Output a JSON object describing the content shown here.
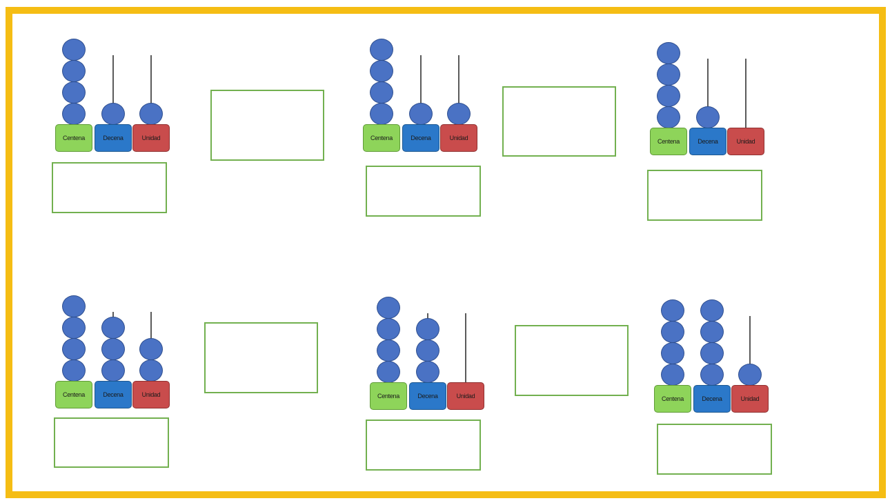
{
  "theme": {
    "frame_color": "#f5bd14",
    "bead_color": "#4a72c4",
    "answer_box_border": "#72b04f",
    "centena_color": "#8ed45a",
    "decena_color": "#2b78c9",
    "unidad_color": "#c94c4c"
  },
  "labels": {
    "centena": "Centena",
    "decena": "Decena",
    "unidad": "Unidad"
  },
  "exercises": [
    {
      "centenas": 4,
      "decenas": 1,
      "unidades": 1,
      "answer": ""
    },
    {
      "centenas": 4,
      "decenas": 1,
      "unidades": 1,
      "answer": ""
    },
    {
      "centenas": 4,
      "decenas": 1,
      "unidades": 0,
      "answer": ""
    },
    {
      "centenas": 4,
      "decenas": 3,
      "unidades": 2,
      "answer": ""
    },
    {
      "centenas": 4,
      "decenas": 3,
      "unidades": 0,
      "answer": ""
    },
    {
      "centenas": 4,
      "decenas": 4,
      "unidades": 1,
      "answer": ""
    }
  ]
}
